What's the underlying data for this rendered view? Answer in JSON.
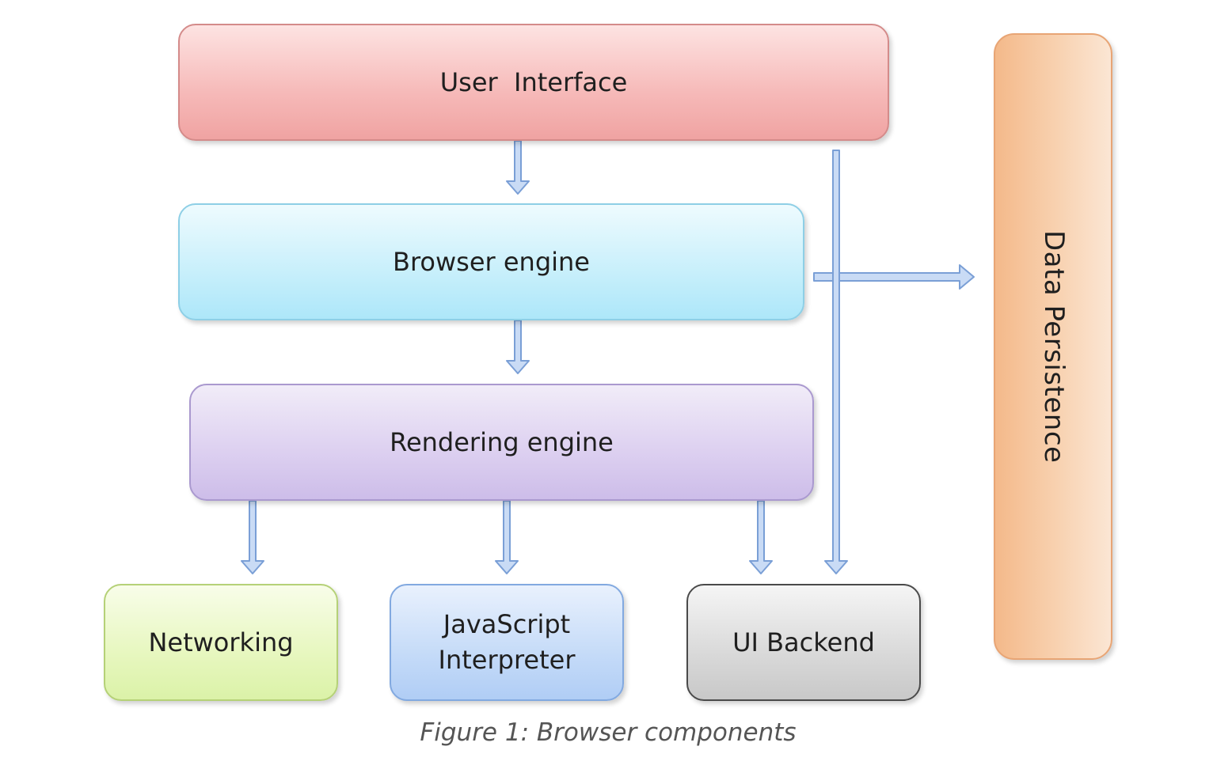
{
  "nodes": {
    "user_interface": "User  Interface",
    "browser_engine": "Browser engine",
    "rendering_engine": "Rendering engine",
    "networking": "Networking",
    "javascript_interpreter": {
      "line1": "JavaScript",
      "line2": "Interpreter"
    },
    "ui_backend": "UI Backend",
    "data_persistence": "Data Persistence"
  },
  "edges": [
    {
      "from": "user_interface",
      "to": "browser_engine"
    },
    {
      "from": "browser_engine",
      "to": "rendering_engine"
    },
    {
      "from": "rendering_engine",
      "to": "networking"
    },
    {
      "from": "rendering_engine",
      "to": "javascript_interpreter"
    },
    {
      "from": "rendering_engine",
      "to": "ui_backend"
    },
    {
      "from": "user_interface",
      "to": "ui_backend"
    },
    {
      "from": "browser_engine",
      "to": "data_persistence"
    }
  ],
  "caption": "Figure 1: Browser components",
  "colors": {
    "arrow_fill": "#c9dbf5",
    "arrow_stroke": "#7a9fd6"
  }
}
